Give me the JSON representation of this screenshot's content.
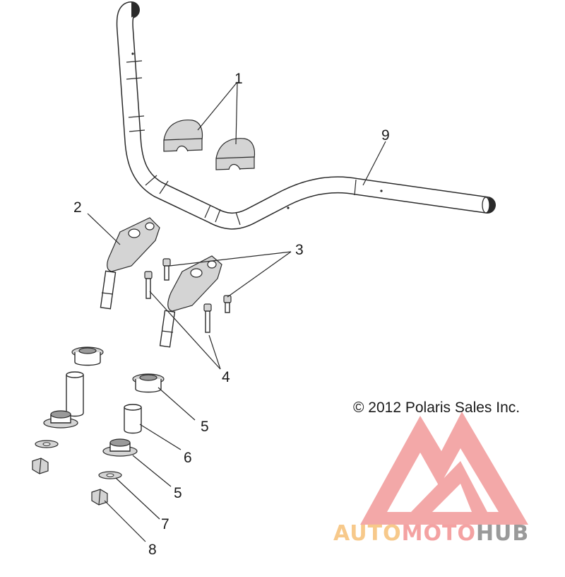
{
  "diagram": {
    "copyright": "© 2012 Polaris Sales Inc.",
    "callouts": [
      "1",
      "2",
      "3",
      "4",
      "5",
      "6",
      "5",
      "7",
      "8",
      "9"
    ]
  },
  "watermark": {
    "part1": "AUTO",
    "part2": "MOTO",
    "part3": "HUB",
    "colors": {
      "auto": "#f7c98b",
      "moto": "#f4a2a2",
      "hub": "#9a9a9a",
      "logo": "#f29a9a"
    }
  }
}
